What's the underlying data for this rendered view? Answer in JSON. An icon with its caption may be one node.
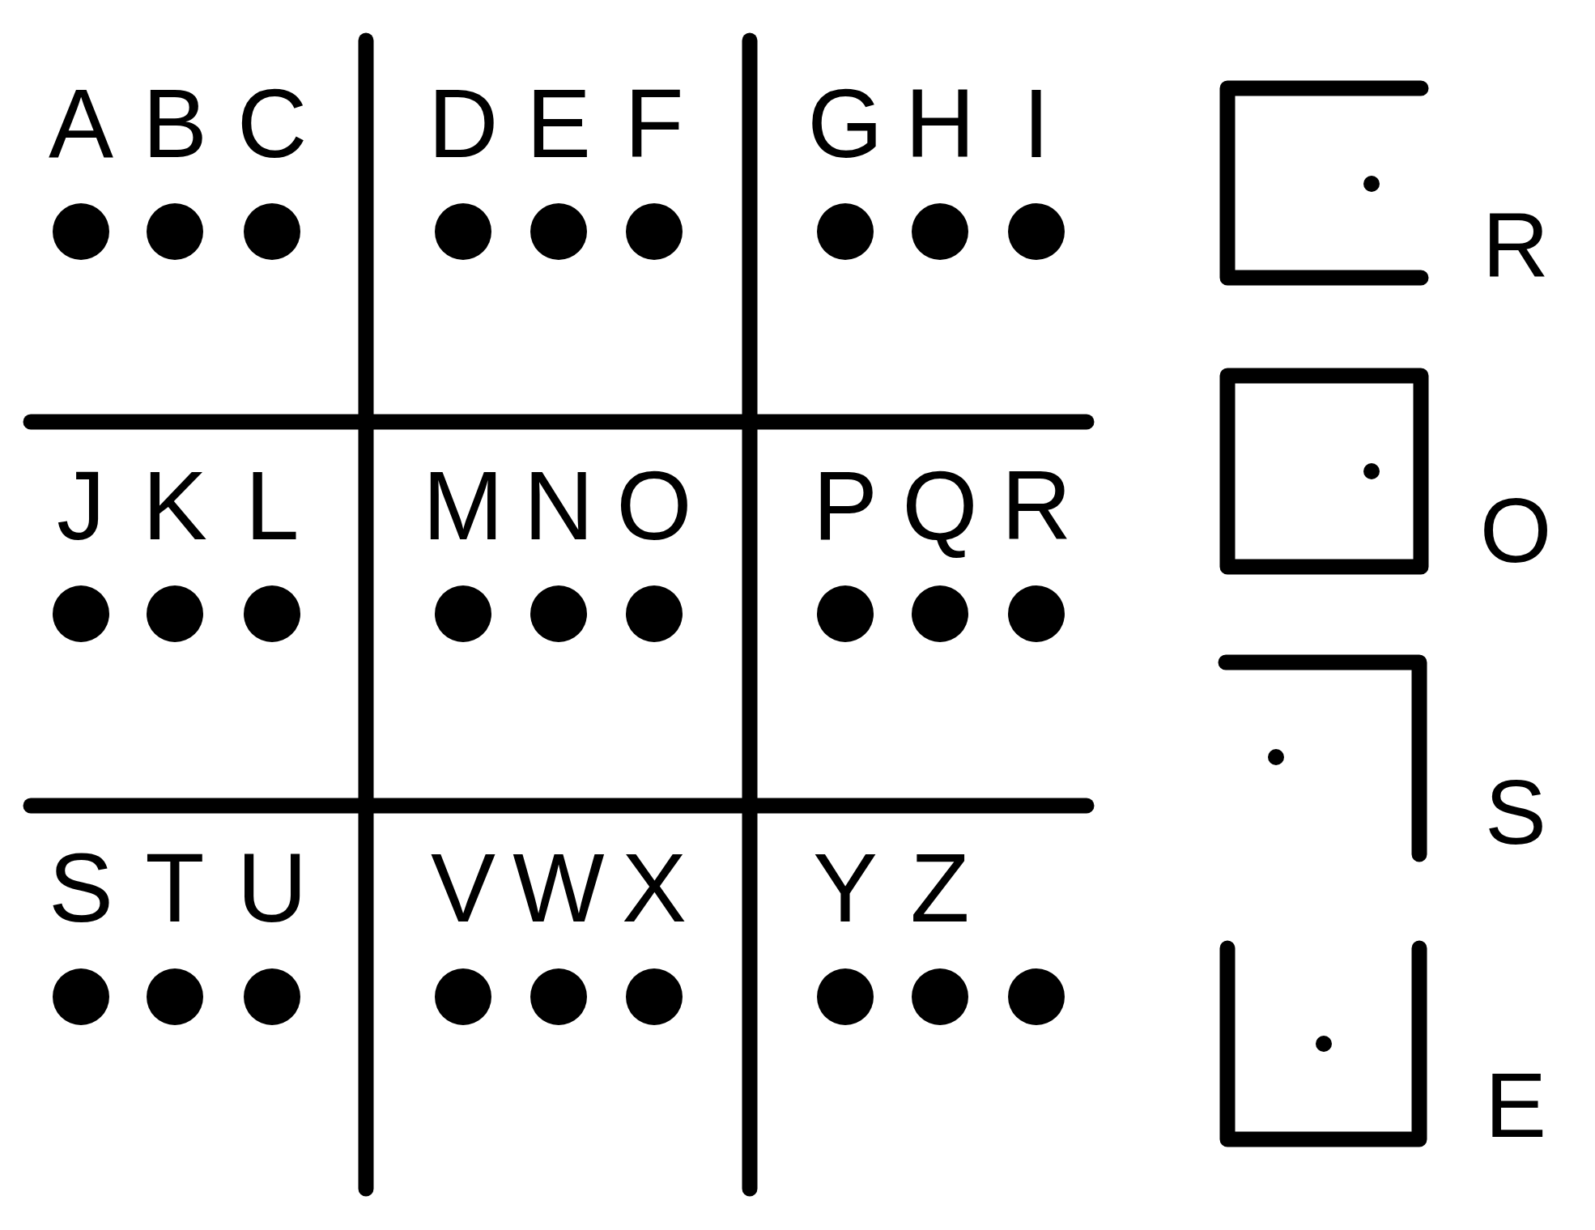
{
  "diagram": {
    "labels": [
      "A",
      "B",
      "C",
      "D",
      "E",
      "F",
      "G",
      "H",
      "I",
      "J",
      "K",
      "L",
      "M",
      "N",
      "O",
      "P",
      "Q",
      "R",
      "S",
      "T",
      "U",
      "V",
      "W",
      "X",
      "Y",
      "Z",
      "R",
      "O",
      "S",
      "E"
    ]
  }
}
